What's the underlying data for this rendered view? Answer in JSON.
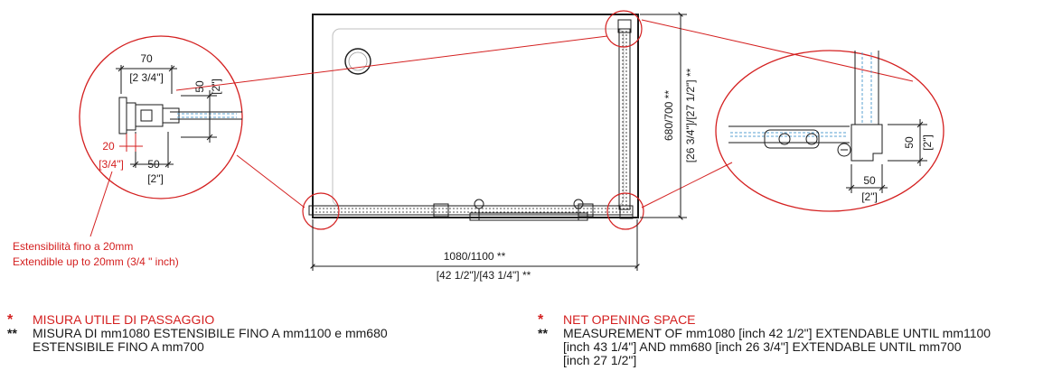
{
  "detail_left": {
    "dim_top_mm": "70",
    "dim_top_in": "[2 3/4\"]",
    "dim_side_mm": "50",
    "dim_side_in": "[2\"]",
    "dim_ext_mm": "20",
    "dim_ext_in": "[3/4\"]",
    "dim_bottom_mm": "50",
    "dim_bottom_in": "[2\"]"
  },
  "detail_right": {
    "dim_side_mm": "50",
    "dim_side_in": "[2\"]",
    "dim_bottom_mm": "50",
    "dim_bottom_in": "[2\"]"
  },
  "note": {
    "line1": "Estensibilità fino a 20mm",
    "line2": "Extendible up to 20mm (3/4 \" inch)"
  },
  "main": {
    "width_mm": "1080/1100 **",
    "width_in": "[42 1/2\"]/[43 1/4\"] **",
    "height_mm": "680/700 **",
    "height_in": "[26 3/4\"]/[27 1/2\"] **"
  },
  "legend_it": {
    "mark1": "*",
    "title": "MISURA UTILE DI PASSAGGIO",
    "mark2": "**",
    "line1": "MISURA DI mm1080 ESTENSIBILE FINO A mm1100 e mm680",
    "line2": "ESTENSIBILE FINO A mm700"
  },
  "legend_en": {
    "mark1": "*",
    "title": "NET OPENING SPACE",
    "mark2": "**",
    "line1": "MEASUREMENT OF mm1080 [inch 42 1/2\"] EXTENDABLE UNTIL mm1100",
    "line2": "[inch 43 1/4\"] AND mm680 [inch 26 3/4\"] EXTENDABLE UNTIL mm700",
    "line3": "[inch 27 1/2\"]"
  },
  "colors": {
    "accent_red": "#d42020",
    "line": "#1a1a1a",
    "glass": "#5aa0d0"
  }
}
